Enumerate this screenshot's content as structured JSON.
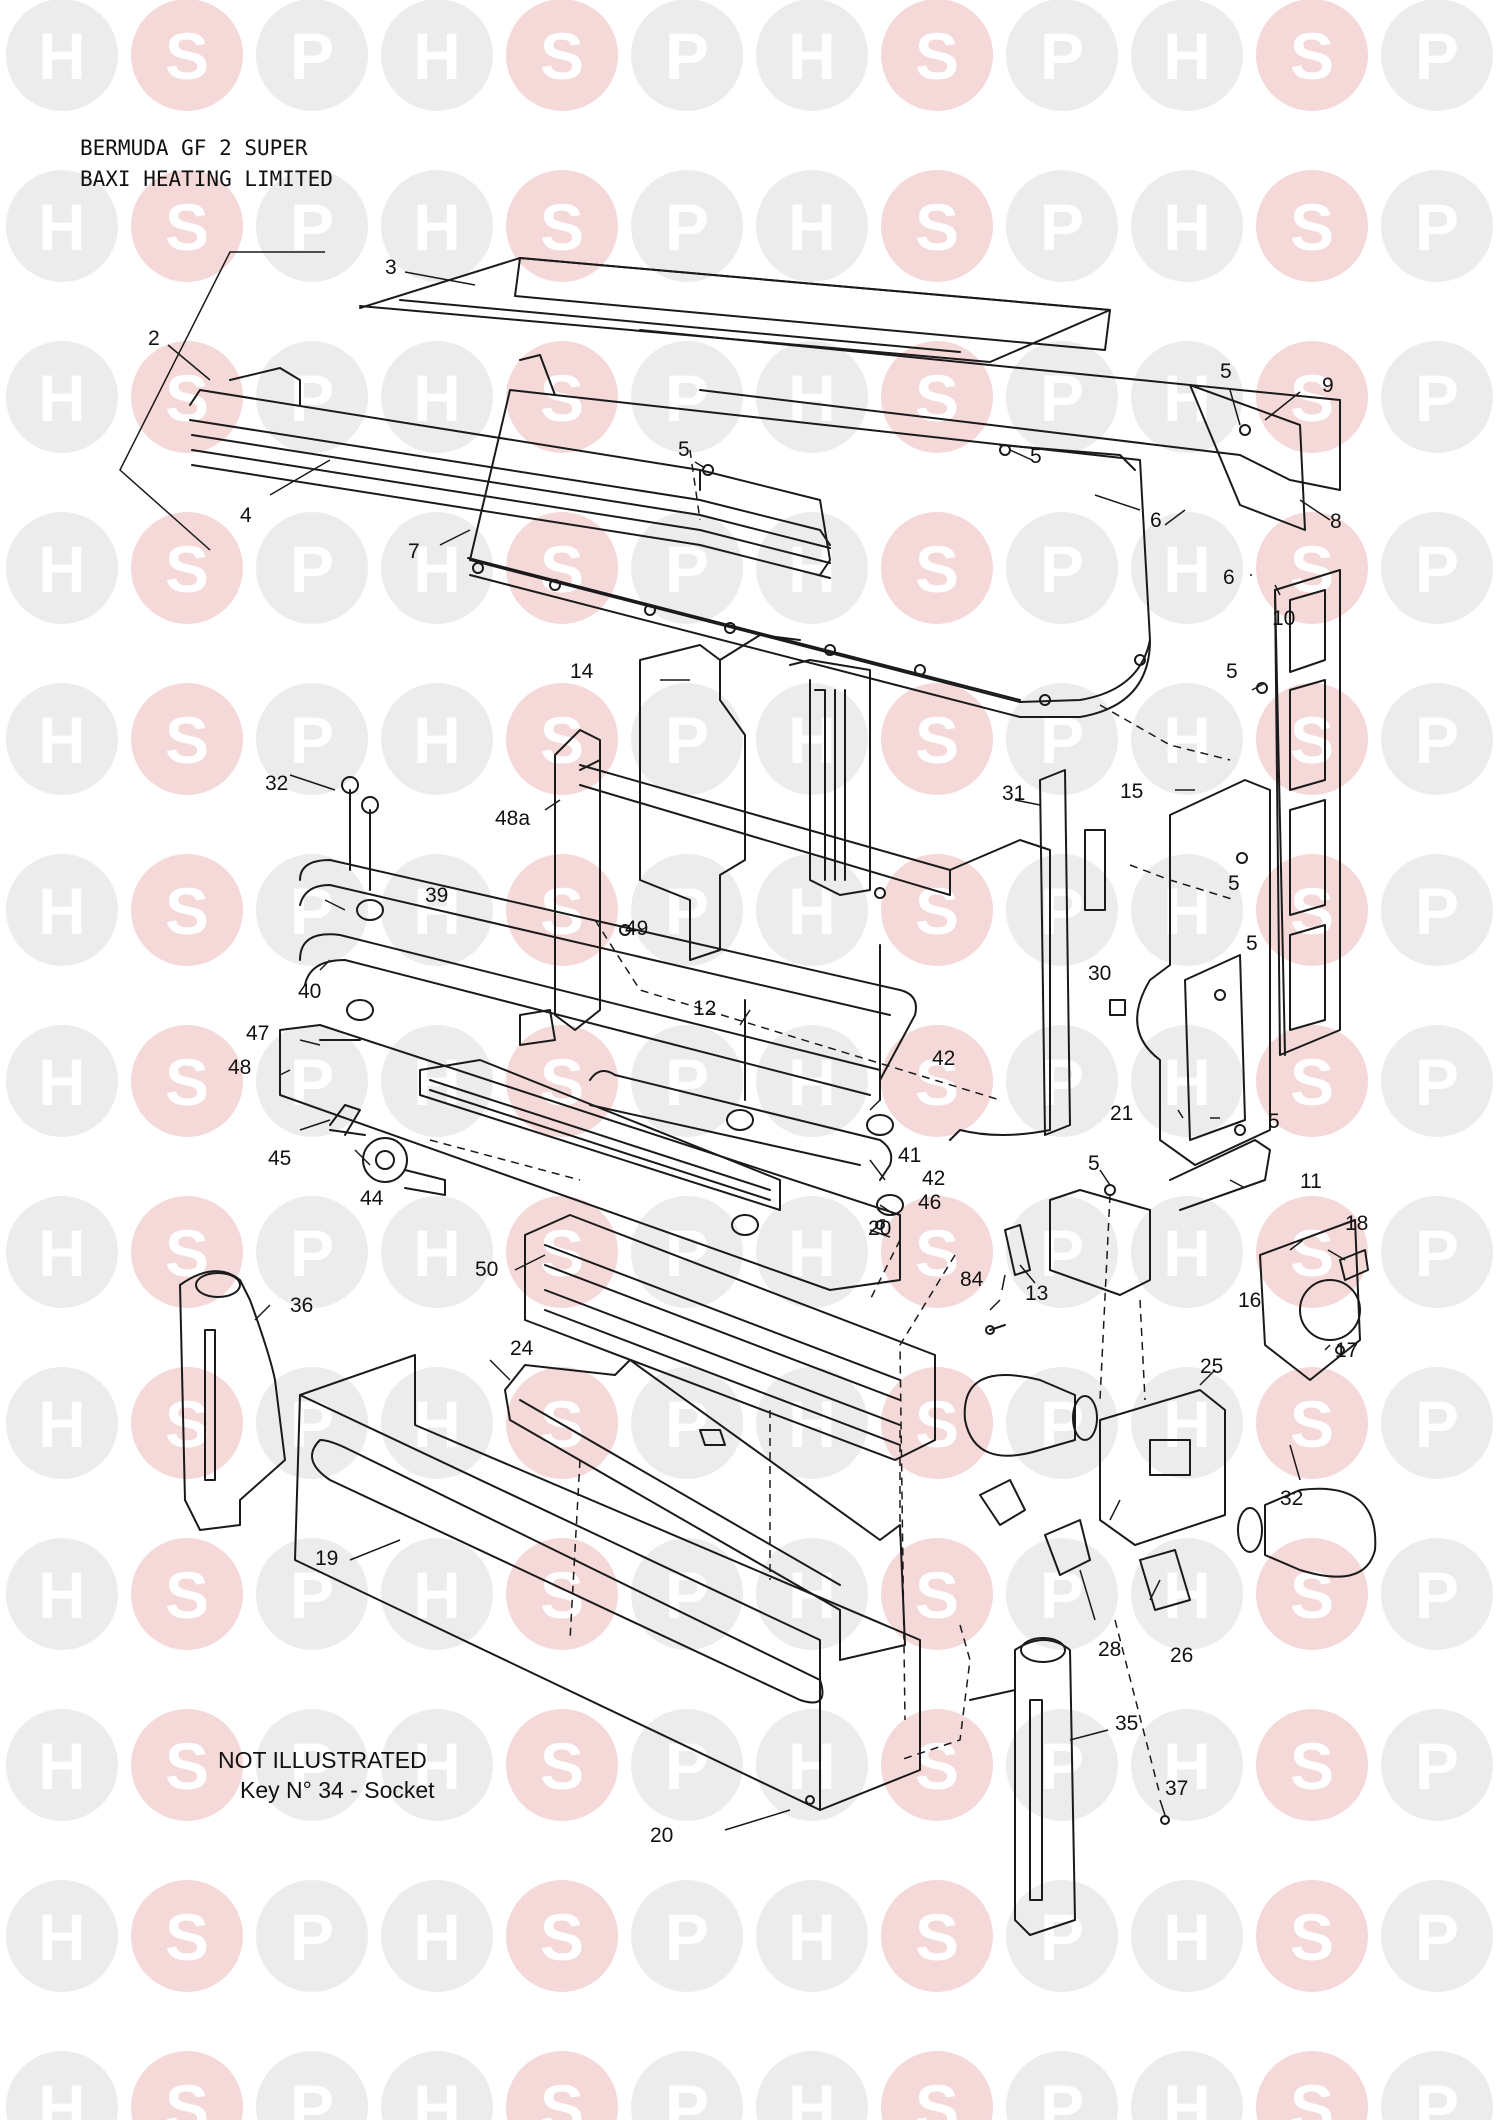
{
  "header": {
    "model": "BERMUDA GF 2 SUPER",
    "manufacturer": "BAXI HEATING LIMITED"
  },
  "note": {
    "line1": "NOT ILLUSTRATED",
    "line2": "Key N° 34 - Socket"
  },
  "watermark": {
    "letters": [
      "H",
      "S",
      "P"
    ],
    "colors": {
      "light": "#ececec",
      "accent": "#f5d8d8"
    }
  },
  "part_labels": [
    "2",
    "3",
    "4",
    "5",
    "5",
    "5",
    "5",
    "5",
    "5",
    "5",
    "5",
    "6",
    "6",
    "7",
    "8",
    "9",
    "10",
    "11",
    "12",
    "13",
    "14",
    "15",
    "16",
    "17",
    "18",
    "19",
    "20",
    "20",
    "21",
    "24",
    "25",
    "26",
    "28",
    "30",
    "31",
    "32",
    "32",
    "35",
    "36",
    "37",
    "39",
    "40",
    "41",
    "42",
    "42",
    "44",
    "45",
    "46",
    "47",
    "48",
    "48a",
    "49",
    "50",
    "84"
  ]
}
